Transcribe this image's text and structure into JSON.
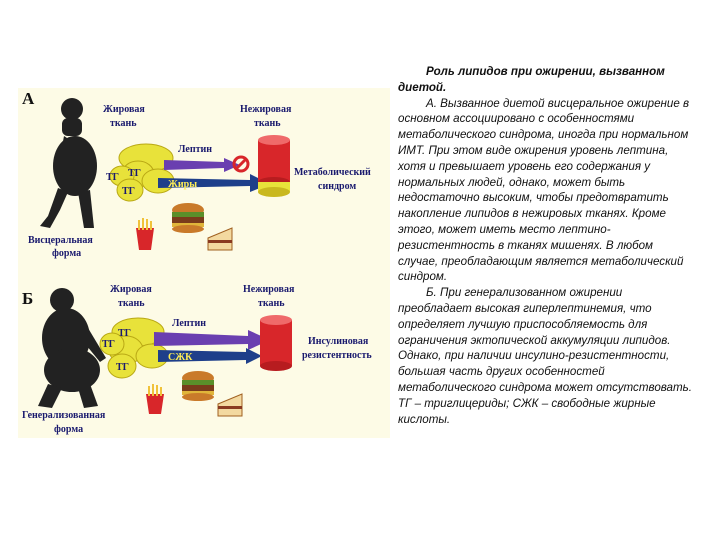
{
  "figure": {
    "panel_a": {
      "letter": "А",
      "fat_tissue": [
        "Жировая",
        "ткань"
      ],
      "nonfat_tissue": [
        "Нежировая",
        "ткань"
      ],
      "leptin": "Лептин",
      "lipids": "Жиры",
      "tg": "ТГ",
      "outcome": [
        "Метаболический",
        "синдром"
      ],
      "form": [
        "Висцеральная",
        "форма"
      ]
    },
    "panel_b": {
      "letter": "Б",
      "fat_tissue": [
        "Жировая",
        "ткань"
      ],
      "nonfat_tissue": [
        "Нежировая",
        "ткань"
      ],
      "leptin": "Лептин",
      "ffa": "СЖК",
      "tg": "ТГ",
      "outcome": [
        "Инсулиновая",
        "резистентность"
      ],
      "form": [
        "Генерализованная",
        "форма"
      ]
    }
  },
  "caption": {
    "title": "Роль липидов при ожирении, вызванном диетой.",
    "para_a": "А. Вызванное диетой висцеральное ожирение в основном ассоциировано с особенностями метаболического синдрома, иногда при нормальном ИМТ. При этом виде ожирения уровень лептина, хотя и превышает уровень его содержания у нормальных людей, однако, может быть недостаточно высоким, чтобы предотвратить накопление липидов в нежировых тканях. Кроме этого, может иметь место лептино-резистентность в тканях мишенях. В любом случае, преобладающим является метаболический синдром.",
    "para_b": "Б. При генерализованном ожирении преобладает высокая гиперлептинемия, что определяет лучшую приспособляемость для ограничения эктопической аккумуляции липидов. Однако, при наличии инсулино-резистентности, большая часть других особенностей метаболического синдрома может отсутствовать. ТГ – триглицериды; СЖК – свободные жирные кислоты."
  },
  "colors": {
    "background_figure": "#fdfbe6",
    "fat": "#e8e23a",
    "leptin_arrow": "#6a3fb0",
    "lipid_arrow": "#1e3f8a",
    "cylinder": "#d8262a",
    "label": "#1a1a6e"
  }
}
